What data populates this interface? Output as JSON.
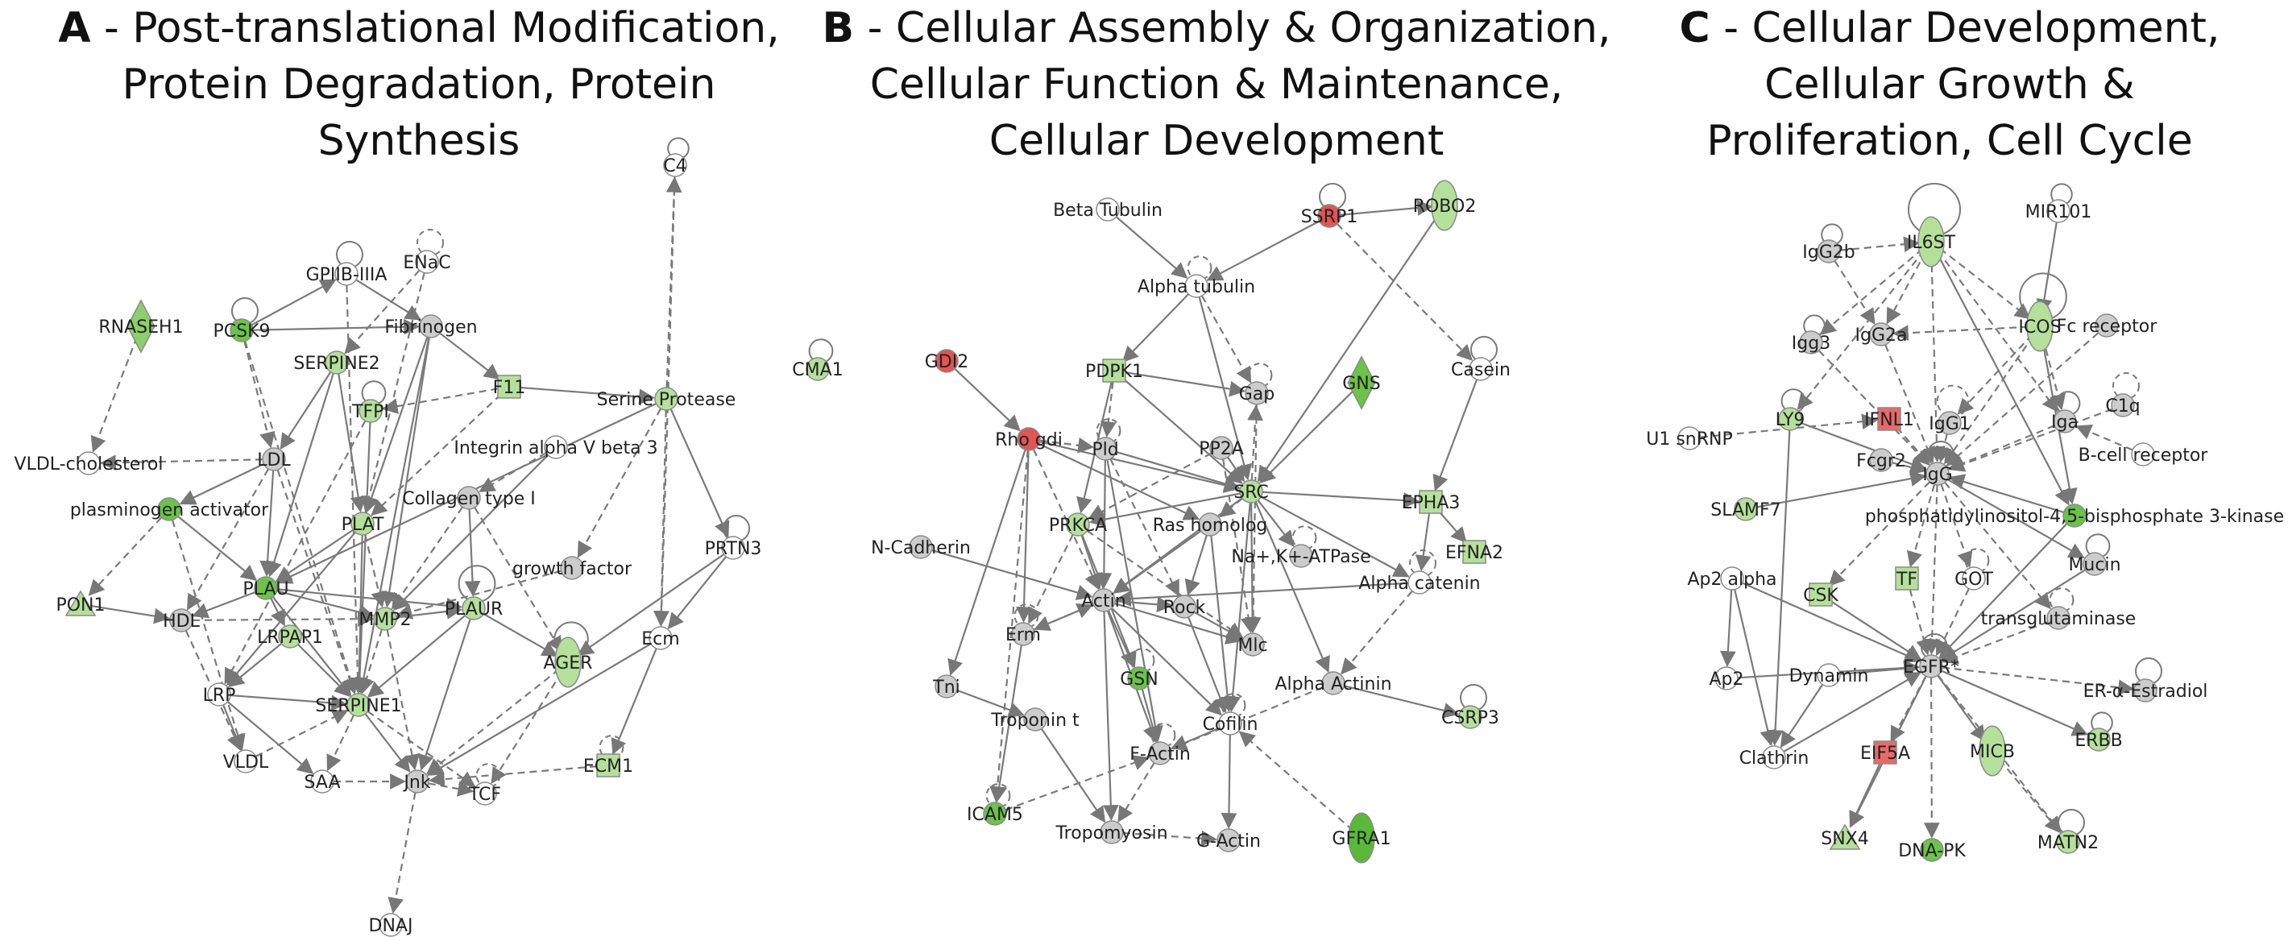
{
  "panels": [
    {
      "id": "A",
      "letter": "A",
      "title_lines": [
        " - Post-translational Modification,",
        "Protein Degradation, Protein",
        "Synthesis"
      ],
      "nodes": [
        {
          "id": "RNASEH1",
          "label": "RNASEH1",
          "shape": "diamond",
          "color": "#8ccf6e"
        },
        {
          "id": "PCSK9",
          "label": "PCSK9",
          "shape": "circle",
          "color": "#6cc24a"
        },
        {
          "id": "GPIIB",
          "label": "GPIIB-IIIA",
          "shape": "circle",
          "color": "#ffffff"
        },
        {
          "id": "ENAC",
          "label": "ENaC",
          "shape": "circle",
          "color": "#ffffff"
        },
        {
          "id": "C4",
          "label": "C4",
          "shape": "circle",
          "color": "#ffffff"
        },
        {
          "id": "FIBR",
          "label": "Fibrinogen",
          "shape": "circle",
          "color": "#cccccc"
        },
        {
          "id": "SERPINE2",
          "label": "SERPINE2",
          "shape": "circle",
          "color": "#b5e09c"
        },
        {
          "id": "F11",
          "label": "F11",
          "shape": "square",
          "color": "#b5e09c"
        },
        {
          "id": "SERPROT",
          "label": "Serine Protease",
          "shape": "circle",
          "color": "#b5e09c"
        },
        {
          "id": "CMA1",
          "label": "CMA1",
          "shape": "circle",
          "color": "#b5e09c"
        },
        {
          "id": "TFPI",
          "label": "TFPI",
          "shape": "circle",
          "color": "#b5e09c"
        },
        {
          "id": "INTEG",
          "label": "Integrin alpha V beta 3",
          "shape": "circle",
          "color": "#ffffff"
        },
        {
          "id": "VLDLC",
          "label": "VLDL-cholesterol",
          "shape": "circle",
          "color": "#ffffff"
        },
        {
          "id": "LDL",
          "label": "LDL",
          "shape": "circle",
          "color": "#cccccc"
        },
        {
          "id": "PLASM",
          "label": "plasminogen activator",
          "shape": "circle",
          "color": "#6cc24a"
        },
        {
          "id": "COLL",
          "label": "Collagen type I",
          "shape": "circle",
          "color": "#cccccc"
        },
        {
          "id": "PLAT",
          "label": "PLAT",
          "shape": "circle",
          "color": "#b5e09c"
        },
        {
          "id": "PLAU",
          "label": "PLAU",
          "shape": "circle",
          "color": "#6cc24a"
        },
        {
          "id": "GROWTH",
          "label": "growth factor",
          "shape": "circle",
          "color": "#cccccc"
        },
        {
          "id": "PRTN3",
          "label": "PRTN3",
          "shape": "circle",
          "color": "#ffffff"
        },
        {
          "id": "PON1",
          "label": "PON1",
          "shape": "triangle",
          "color": "#b5e09c"
        },
        {
          "id": "HDL",
          "label": "HDL",
          "shape": "circle",
          "color": "#cccccc"
        },
        {
          "id": "LRPAP1",
          "label": "LRPAP1",
          "shape": "circle",
          "color": "#b5e09c"
        },
        {
          "id": "MMP2",
          "label": "MMP2",
          "shape": "circle",
          "color": "#b5e09c"
        },
        {
          "id": "PLAUR",
          "label": "PLAUR",
          "shape": "circle",
          "color": "#b5e09c"
        },
        {
          "id": "ECM",
          "label": "Ecm",
          "shape": "circle",
          "color": "#ffffff"
        },
        {
          "id": "AGER",
          "label": "AGER",
          "shape": "ellipse",
          "color": "#b5e09c"
        },
        {
          "id": "LRP",
          "label": "LRP",
          "shape": "circle",
          "color": "#ffffff"
        },
        {
          "id": "SERPINE1",
          "label": "SERPINE1",
          "shape": "circle",
          "color": "#b5e09c"
        },
        {
          "id": "ECM1",
          "label": "ECM1",
          "shape": "square",
          "color": "#b5e09c"
        },
        {
          "id": "VLDL",
          "label": "VLDL",
          "shape": "circle",
          "color": "#ffffff"
        },
        {
          "id": "SAA",
          "label": "SAA",
          "shape": "circle",
          "color": "#ffffff"
        },
        {
          "id": "JNK",
          "label": "Jnk",
          "shape": "circle",
          "color": "#cccccc"
        },
        {
          "id": "TCF",
          "label": "TCF",
          "shape": "circle",
          "color": "#ffffff"
        },
        {
          "id": "DNAJ",
          "label": "DNAJ",
          "shape": "circle",
          "color": "#ffffff"
        }
      ]
    },
    {
      "id": "B",
      "letter": "B",
      "title_lines": [
        " - Cellular Assembly & Organization,",
        "Cellular Function & Maintenance,",
        "Cellular Development"
      ],
      "nodes": [
        {
          "id": "BTUB",
          "label": "Beta Tubulin",
          "shape": "circle",
          "color": "#ffffff"
        },
        {
          "id": "SSRP1",
          "label": "SSRP1",
          "shape": "circle",
          "color": "#e05555"
        },
        {
          "id": "ROBO2",
          "label": "ROBO2",
          "shape": "ellipse",
          "color": "#b5e09c"
        },
        {
          "id": "ATUB",
          "label": "Alpha tubulin",
          "shape": "circle",
          "color": "#ffffff"
        },
        {
          "id": "GDI2",
          "label": "GDI2",
          "shape": "circle",
          "color": "#e05555"
        },
        {
          "id": "CASEIN",
          "label": "Casein",
          "shape": "circle",
          "color": "#ffffff"
        },
        {
          "id": "PDPK1",
          "label": "PDPK1",
          "shape": "square",
          "color": "#b5e09c"
        },
        {
          "id": "GNS",
          "label": "GNS",
          "shape": "diamond",
          "color": "#6cc24a"
        },
        {
          "id": "GAP",
          "label": "Gap",
          "shape": "circle",
          "color": "#cccccc"
        },
        {
          "id": "RHOGDI",
          "label": "Rho gdi",
          "shape": "circle",
          "color": "#e05555"
        },
        {
          "id": "PLD",
          "label": "Pld",
          "shape": "circle",
          "color": "#cccccc"
        },
        {
          "id": "PP2A",
          "label": "PP2A",
          "shape": "circle",
          "color": "#cccccc"
        },
        {
          "id": "SRC",
          "label": "SRC",
          "shape": "circle",
          "color": "#b5e09c"
        },
        {
          "id": "EPHA3",
          "label": "EPHA3",
          "shape": "square",
          "color": "#b5e09c"
        },
        {
          "id": "PRKCA",
          "label": "PRKCA",
          "shape": "circle",
          "color": "#b5e09c"
        },
        {
          "id": "RAS",
          "label": "Ras homolog",
          "shape": "circle",
          "color": "#cccccc"
        },
        {
          "id": "NAK",
          "label": "Na+,K+-ATPase",
          "shape": "circle",
          "color": "#cccccc"
        },
        {
          "id": "EFNA2",
          "label": "EFNA2",
          "shape": "square",
          "color": "#b5e09c"
        },
        {
          "id": "NCAD",
          "label": "N-Cadherin",
          "shape": "circle",
          "color": "#cccccc"
        },
        {
          "id": "ACAT",
          "label": "Alpha catenin",
          "shape": "circle",
          "color": "#ffffff"
        },
        {
          "id": "ACTIN",
          "label": "Actin",
          "shape": "circle",
          "color": "#cccccc"
        },
        {
          "id": "ROCK",
          "label": "Rock",
          "shape": "circle",
          "color": "#cccccc"
        },
        {
          "id": "ERM",
          "label": "Erm",
          "shape": "circle",
          "color": "#cccccc"
        },
        {
          "id": "MLC",
          "label": "Mlc",
          "shape": "circle",
          "color": "#cccccc"
        },
        {
          "id": "TNI",
          "label": "Tni",
          "shape": "circle",
          "color": "#cccccc"
        },
        {
          "id": "GSN",
          "label": "GSN",
          "shape": "circle",
          "color": "#6cc24a"
        },
        {
          "id": "AACT",
          "label": "Alpha Actinin",
          "shape": "circle",
          "color": "#cccccc"
        },
        {
          "id": "TROPT",
          "label": "Troponin t",
          "shape": "circle",
          "color": "#cccccc"
        },
        {
          "id": "COFILIN",
          "label": "Cofilin",
          "shape": "circle",
          "color": "#ffffff"
        },
        {
          "id": "CSRP3",
          "label": "CSRP3",
          "shape": "circle",
          "color": "#b5e09c"
        },
        {
          "id": "FACTIN",
          "label": "F-Actin",
          "shape": "circle",
          "color": "#cccccc"
        },
        {
          "id": "ICAM5",
          "label": "ICAM5",
          "shape": "circle",
          "color": "#6cc24a"
        },
        {
          "id": "TROPMY",
          "label": "Tropomyosin",
          "shape": "circle",
          "color": "#cccccc"
        },
        {
          "id": "GACTIN",
          "label": "G-Actin",
          "shape": "circle",
          "color": "#cccccc"
        },
        {
          "id": "GFRA1",
          "label": "GFRA1",
          "shape": "ellipse",
          "color": "#5cb83a"
        }
      ]
    },
    {
      "id": "C",
      "letter": "C",
      "title_lines": [
        " - Cellular Development,",
        "Cellular Growth &",
        "Proliferation, Cell Cycle"
      ],
      "nodes": [
        {
          "id": "MIR101",
          "label": "MIR101",
          "shape": "circle",
          "color": "#ffffff"
        },
        {
          "id": "IGG2B",
          "label": "IgG2b",
          "shape": "circle",
          "color": "#cccccc"
        },
        {
          "id": "IL6ST",
          "label": "IL6ST",
          "shape": "ellipse",
          "color": "#b5e09c"
        },
        {
          "id": "ICOS",
          "label": "ICOS",
          "shape": "ellipse",
          "color": "#b5e09c"
        },
        {
          "id": "FCR",
          "label": "Fc receptor",
          "shape": "circle",
          "color": "#cccccc"
        },
        {
          "id": "IGG3",
          "label": "Igg3",
          "shape": "circle",
          "color": "#cccccc"
        },
        {
          "id": "IGG2A",
          "label": "IgG2a",
          "shape": "circle",
          "color": "#cccccc"
        },
        {
          "id": "C1Q",
          "label": "C1q",
          "shape": "circle",
          "color": "#cccccc"
        },
        {
          "id": "U1",
          "label": "U1 snRNP",
          "shape": "circle",
          "color": "#ffffff"
        },
        {
          "id": "LY9",
          "label": "LY9",
          "shape": "circle",
          "color": "#b5e09c"
        },
        {
          "id": "IFNL1",
          "label": "IFNL1",
          "shape": "square",
          "color": "#e86a6a"
        },
        {
          "id": "IGG1",
          "label": "IgG1",
          "shape": "circle",
          "color": "#cccccc"
        },
        {
          "id": "IGA",
          "label": "Iga",
          "shape": "circle",
          "color": "#cccccc"
        },
        {
          "id": "BCR",
          "label": "B-cell receptor",
          "shape": "circle",
          "color": "#ffffff"
        },
        {
          "id": "FCGR2",
          "label": "Fcgr2",
          "shape": "circle",
          "color": "#cccccc"
        },
        {
          "id": "IGG",
          "label": "IgG",
          "shape": "circle",
          "color": "#cccccc"
        },
        {
          "id": "SLAMF7",
          "label": "SLAMF7",
          "shape": "circle",
          "color": "#b5e09c"
        },
        {
          "id": "PI3K",
          "label": "phosphatidylinositol-4,5-bisphosphate 3-kinase",
          "shape": "circle",
          "color": "#6cc24a"
        },
        {
          "id": "MUCIN",
          "label": "Mucin",
          "shape": "circle",
          "color": "#cccccc"
        },
        {
          "id": "AP2A",
          "label": "Ap2 alpha",
          "shape": "circle",
          "color": "#ffffff"
        },
        {
          "id": "CSK",
          "label": "CSK",
          "shape": "square",
          "color": "#b5e09c"
        },
        {
          "id": "TF",
          "label": "TF",
          "shape": "square",
          "color": "#b5e09c"
        },
        {
          "id": "GOT",
          "label": "GOT",
          "shape": "circle",
          "color": "#ffffff"
        },
        {
          "id": "TGASE",
          "label": "transglutaminase",
          "shape": "circle",
          "color": "#cccccc"
        },
        {
          "id": "AP2",
          "label": "Ap2",
          "shape": "circle",
          "color": "#ffffff"
        },
        {
          "id": "DYN",
          "label": "Dynamin",
          "shape": "circle",
          "color": "#ffffff"
        },
        {
          "id": "EGFR",
          "label": "EGFR*",
          "shape": "circle",
          "color": "#cccccc"
        },
        {
          "id": "ERE",
          "label": "ER-α-Estradiol",
          "shape": "circle",
          "color": "#cccccc"
        },
        {
          "id": "CLATH",
          "label": "Clathrin",
          "shape": "circle",
          "color": "#ffffff"
        },
        {
          "id": "EIF5A",
          "label": "EIF5A",
          "shape": "square",
          "color": "#e86a6a"
        },
        {
          "id": "MICB",
          "label": "MICB",
          "shape": "ellipse",
          "color": "#b5e09c"
        },
        {
          "id": "ERBB",
          "label": "ERBB",
          "shape": "circle",
          "color": "#b5e09c"
        },
        {
          "id": "SNX4",
          "label": "SNX4",
          "shape": "triangle",
          "color": "#b5e09c"
        },
        {
          "id": "DNAPK",
          "label": "DNA-PK",
          "shape": "circle",
          "color": "#6cc24a"
        },
        {
          "id": "MATN2",
          "label": "MATN2",
          "shape": "circle",
          "color": "#b5e09c"
        }
      ]
    }
  ]
}
